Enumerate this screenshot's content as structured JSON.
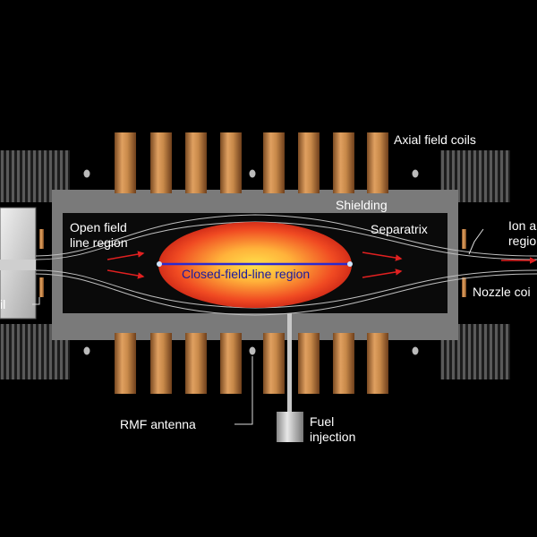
{
  "labels": {
    "axial_field_coils": "Axial field coils",
    "shielding": "Shielding",
    "separatrix": "Separatrix",
    "open_field_1": "Open field",
    "open_field_2": "line region",
    "closed_field": "Closed-field-line region",
    "ion_1": "Ion a",
    "ion_2": "regio",
    "nozzle_coil": "Nozzle coi",
    "left_coil_fragment": "il",
    "rmf_antenna": "RMF antenna",
    "fuel_1": "Fuel",
    "fuel_2": "injection"
  },
  "colors": {
    "background": "#000000",
    "coil_copper": "#c98a4a",
    "shielding_gray": "#7a7a7a",
    "plasma_core": "#ffd23c",
    "plasma_edge": "#e0291e",
    "flow_arrows": "#e02020",
    "separatrix_line": "#2a2ad0"
  }
}
